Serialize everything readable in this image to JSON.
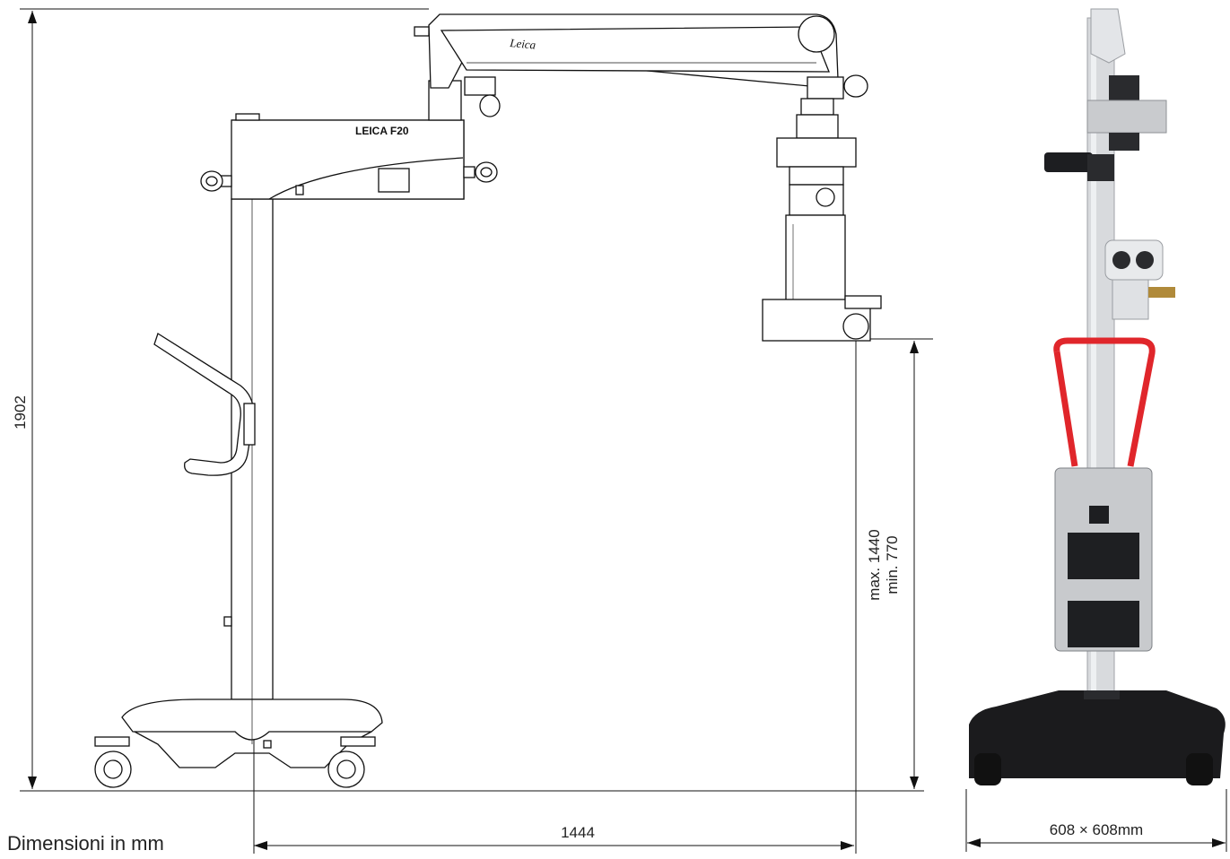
{
  "diagram": {
    "caption": "Dimensioni in mm",
    "dimensions": {
      "total_height": "1902",
      "reach": "1444",
      "height_max": "max. 1440",
      "height_min": "min. 770",
      "base": "608 × 608mm"
    },
    "labels": {
      "arm_brand": "Leica",
      "model": "LEICA F20"
    },
    "colors": {
      "line": "#111111",
      "handle_red": "#e0262b",
      "metal": "#d6d8db",
      "base_dark": "#1b1b1d"
    }
  }
}
